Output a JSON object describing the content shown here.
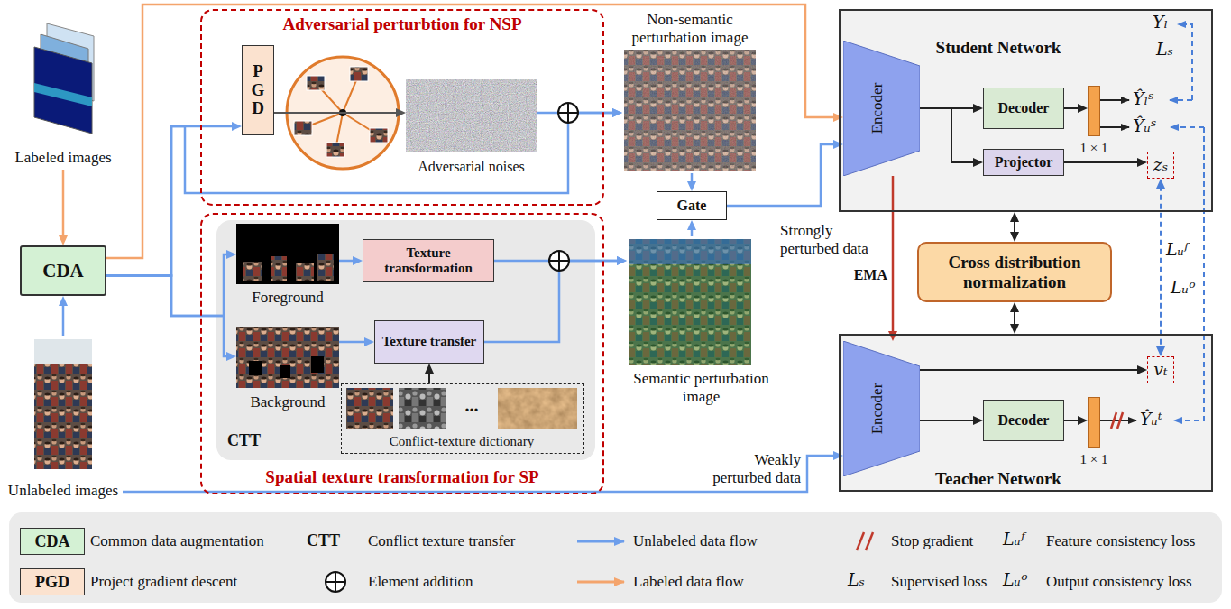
{
  "diagram": {
    "nodes": [
      {
        "text": [
          "Labeled images"
        ]
      },
      {
        "text": [
          "Unlabeled images"
        ]
      },
      {
        "text": [
          "CDA"
        ]
      },
      {
        "text": [
          "Adversarial perturbtion for NSP"
        ]
      },
      {
        "text": [
          "PGD"
        ],
        "in": 3
      },
      {
        "text": [
          "Adversarial noises"
        ],
        "in": 3
      },
      {
        "text": [
          "Spatial texture transformation for SP"
        ]
      },
      {
        "text": [
          "CTT"
        ],
        "in": 6
      },
      {
        "text": [
          "Foreground"
        ],
        "in": 7
      },
      {
        "text": [
          "Texture transformation"
        ],
        "in": 7
      },
      {
        "text": [
          "Background"
        ],
        "in": 7
      },
      {
        "text": [
          "Texture transfer"
        ],
        "in": 7
      },
      {
        "text": [
          "Conflict-texture dictionary"
        ],
        "in": 7
      },
      {
        "text": [
          "Non-semantic perturbation image"
        ]
      },
      {
        "text": [
          "Semantic perturbation image"
        ]
      },
      {
        "text": [
          "Gate"
        ]
      },
      {
        "text": [
          "Student Network"
        ]
      },
      {
        "text": [
          "Encoder"
        ],
        "in": 16
      },
      {
        "text": [
          "Decoder"
        ],
        "in": 16
      },
      {
        "text": [
          "Projector"
        ],
        "in": 16
      },
      {
        "text": [
          "1 × 1"
        ],
        "in": 16
      },
      {
        "text": [
          "zₛ"
        ],
        "in": 16
      },
      {
        "text": [
          "Cross distribution normalization"
        ]
      },
      {
        "text": [
          "Teacher Network"
        ]
      },
      {
        "text": [
          "Encoder"
        ],
        "in": 23
      },
      {
        "text": [
          "Decoder"
        ],
        "in": 23
      },
      {
        "text": [
          "1 × 1"
        ],
        "in": 23
      },
      {
        "text": [
          "vₜ"
        ],
        "in": 23
      }
    ],
    "edges": [
      {
        "from": 0,
        "to": 2,
        "arrow": "to"
      },
      {
        "from": 1,
        "to": 2,
        "arrow": "to"
      },
      {
        "from": 2,
        "to": 17,
        "arrow": "to"
      },
      {
        "from": 2,
        "to": 4,
        "arrow": "to"
      },
      {
        "from": 2,
        "to": 13,
        "arrow": "to"
      },
      {
        "from": 2,
        "to": 8,
        "arrow": "to"
      },
      {
        "from": 2,
        "to": 10,
        "arrow": "to"
      },
      {
        "from": 4,
        "to": 5,
        "arrow": "to"
      },
      {
        "from": 5,
        "to": 13,
        "arrow": "to"
      },
      {
        "from": 8,
        "to": 9,
        "arrow": "to"
      },
      {
        "from": 9,
        "to": 14,
        "arrow": "to"
      },
      {
        "from": 10,
        "to": 11,
        "arrow": "to"
      },
      {
        "from": 11,
        "to": 14,
        "arrow": "to"
      },
      {
        "from": 12,
        "to": 11,
        "arrow": "to"
      },
      {
        "from": 13,
        "to": 15,
        "arrow": "to"
      },
      {
        "from": 14,
        "to": 15,
        "arrow": "to"
      },
      {
        "from": 15,
        "to": 17,
        "arrow": "to",
        "label": "Strongly perturbed data"
      },
      {
        "from": 1,
        "to": 24,
        "arrow": "to",
        "label": "Weakly perturbed data"
      },
      {
        "from": 17,
        "to": 24,
        "arrow": "to",
        "label": "EMA"
      },
      {
        "from": 16,
        "to": 22,
        "arrow": "both"
      },
      {
        "from": 22,
        "to": 23,
        "arrow": "both"
      },
      {
        "from": 17,
        "to": 18,
        "arrow": "to"
      },
      {
        "from": 17,
        "to": 19,
        "arrow": "to"
      },
      {
        "from": 18,
        "to": 20,
        "arrow": "to"
      },
      {
        "from": 19,
        "to": 21,
        "arrow": "to"
      },
      {
        "from": 24,
        "to": 25,
        "arrow": "to"
      },
      {
        "from": 24,
        "to": 27,
        "arrow": "to"
      },
      {
        "from": 25,
        "to": 26,
        "arrow": "to"
      },
      {
        "from": 21,
        "to": 27,
        "arrow": "both"
      }
    ],
    "labels": [
      "Yₗ",
      "Lₛ",
      "Ŷₗˢ",
      "Ŷᵤˢ",
      "Lᵤᶠ",
      "Lᵤᵒ",
      "Ŷᵤᵗ",
      "...",
      "CDA",
      "CTT",
      "Lᵤᶠ",
      "PGD",
      "Lₛ",
      "Lᵤᵒ"
    ],
    "legend": [
      {
        "text": "Common data augmentation",
        "color": "#d4f1d4"
      },
      {
        "text": "Conflict texture transfer"
      },
      {
        "text": "Unlabeled data flow"
      },
      {
        "text": "Stop gradient"
      },
      {
        "text": "Feature consistency loss"
      },
      {
        "text": "Project gradient descent",
        "color": "#fbe2cf"
      },
      {
        "text": "Element addition"
      },
      {
        "text": "Labeled data flow"
      },
      {
        "text": "Supervised loss"
      },
      {
        "text": "Output consistency loss"
      }
    ]
  }
}
